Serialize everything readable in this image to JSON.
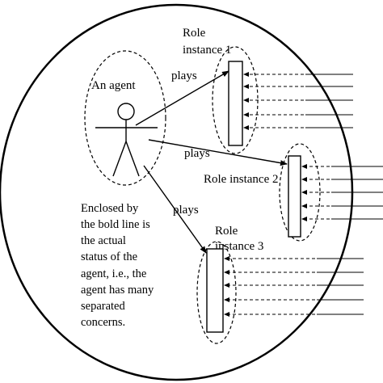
{
  "agent_label": "An agent",
  "roles": [
    {
      "id": "role1",
      "name_lines": [
        "Role",
        "instance 1"
      ]
    },
    {
      "id": "role2",
      "name_lines": [
        "Role instance 2"
      ]
    },
    {
      "id": "role3",
      "name_lines": [
        "Role",
        "instance 3"
      ]
    }
  ],
  "plays_labels": [
    "plays",
    "plays",
    "plays"
  ],
  "note_lines": [
    "Enclosed by",
    "the bold line is",
    "the actual",
    "status of the",
    "agent, i.e., the",
    "agent has many",
    "separated",
    "concerns."
  ]
}
